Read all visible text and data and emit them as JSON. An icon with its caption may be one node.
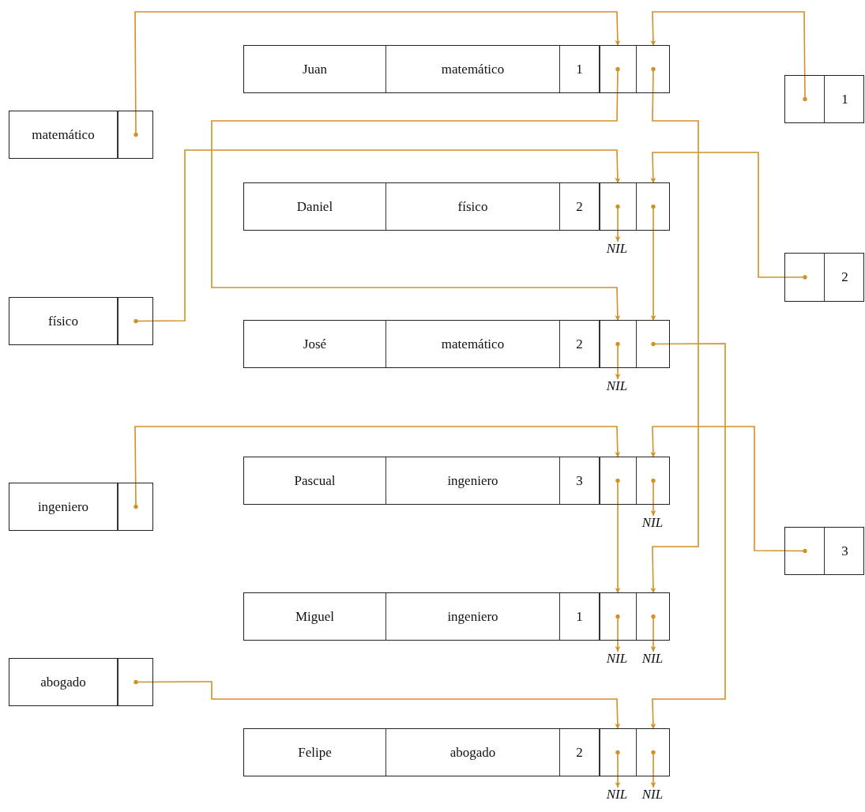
{
  "diagram": {
    "nodes": [
      {
        "text": [
          "matemático"
        ]
      },
      {
        "text": [],
        "shape": "box",
        "in": 0
      },
      {
        "text": [
          "físico"
        ]
      },
      {
        "text": [],
        "shape": "box",
        "in": 2
      },
      {
        "text": [
          "ingeniero"
        ]
      },
      {
        "text": [],
        "shape": "box",
        "in": 4
      },
      {
        "text": [
          "abogado"
        ]
      },
      {
        "text": [],
        "shape": "box",
        "in": 6
      },
      {
        "text": [
          "Juan",
          "matemático",
          "1"
        ]
      },
      {
        "text": [],
        "shape": "box",
        "in": 8
      },
      {
        "text": [],
        "shape": "box",
        "in": 8
      },
      {
        "text": [
          "Daniel",
          "físico",
          "2"
        ]
      },
      {
        "text": [],
        "shape": "box",
        "in": 11
      },
      {
        "text": [],
        "shape": "box",
        "in": 11
      },
      {
        "text": [
          "José",
          "matemático",
          "2"
        ]
      },
      {
        "text": [],
        "shape": "box",
        "in": 14
      },
      {
        "text": [],
        "shape": "box",
        "in": 14
      },
      {
        "text": [
          "Pascual",
          "ingeniero",
          "3"
        ]
      },
      {
        "text": [],
        "shape": "box",
        "in": 17
      },
      {
        "text": [],
        "shape": "box",
        "in": 17
      },
      {
        "text": [
          "Miguel",
          "ingeniero",
          "1"
        ]
      },
      {
        "text": [],
        "shape": "box",
        "in": 20
      },
      {
        "text": [],
        "shape": "box",
        "in": 20
      },
      {
        "text": [
          "Felipe",
          "abogado",
          "2"
        ]
      },
      {
        "text": [],
        "shape": "box",
        "in": 23
      },
      {
        "text": [],
        "shape": "box",
        "in": 23
      },
      {
        "text": [
          "1"
        ]
      },
      {
        "text": [],
        "shape": "box",
        "in": 26
      },
      {
        "text": [
          "2"
        ]
      },
      {
        "text": [],
        "shape": "box",
        "in": 28
      },
      {
        "text": [
          "3"
        ]
      },
      {
        "text": [],
        "shape": "box",
        "in": 30
      },
      {
        "text": [
          "NIL"
        ]
      },
      {
        "text": [
          "NIL"
        ]
      },
      {
        "text": [
          "NIL"
        ]
      },
      {
        "text": [
          "NIL"
        ]
      },
      {
        "text": [
          "NIL"
        ]
      },
      {
        "text": [
          "NIL"
        ]
      },
      {
        "text": [
          "NIL"
        ]
      }
    ],
    "edges": [
      {
        "from": 1,
        "to": 9,
        "arrow": "to"
      },
      {
        "from": 9,
        "to": 15,
        "arrow": "to"
      },
      {
        "from": 3,
        "to": 12,
        "arrow": "to"
      },
      {
        "from": 12,
        "to": 32,
        "arrow": "to"
      },
      {
        "from": 15,
        "to": 33,
        "arrow": "to"
      },
      {
        "from": 5,
        "to": 18,
        "arrow": "to"
      },
      {
        "from": 18,
        "to": 21,
        "arrow": "to"
      },
      {
        "from": 21,
        "to": 35,
        "arrow": "to"
      },
      {
        "from": 7,
        "to": 24,
        "arrow": "to"
      },
      {
        "from": 24,
        "to": 37,
        "arrow": "to"
      },
      {
        "from": 27,
        "to": 10,
        "arrow": "to"
      },
      {
        "from": 10,
        "to": 22,
        "arrow": "to"
      },
      {
        "from": 29,
        "to": 13,
        "arrow": "to"
      },
      {
        "from": 13,
        "to": 16,
        "arrow": "to"
      },
      {
        "from": 16,
        "to": 25,
        "arrow": "to"
      },
      {
        "from": 31,
        "to": 19,
        "arrow": "to"
      },
      {
        "from": 19,
        "to": 34,
        "arrow": "to"
      },
      {
        "from": 22,
        "to": 36,
        "arrow": "to"
      },
      {
        "from": 25,
        "to": 38,
        "arrow": "to"
      }
    ]
  }
}
